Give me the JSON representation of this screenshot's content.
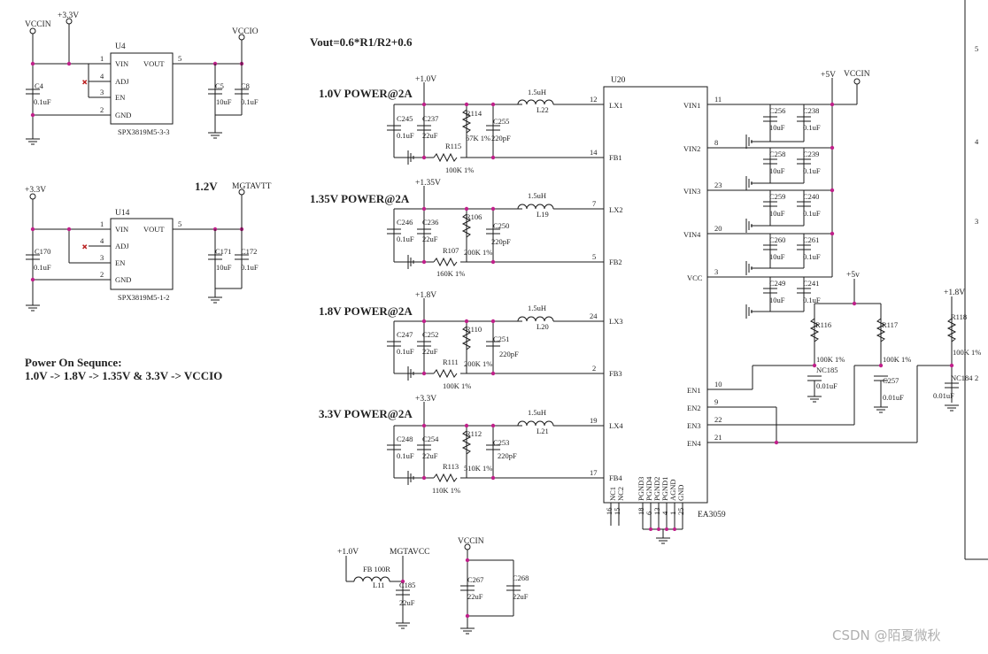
{
  "watermark": "CSDN @陌夏微秋",
  "headings": {
    "formula": "Vout=0.6*R1/R2+0.6",
    "v12": "1.2V",
    "rail1": "1.0V POWER@2A",
    "rail2": "1.35V POWER@2A",
    "rail3": "1.8V POWER@2A",
    "rail4": "3.3V POWER@2A",
    "seq_title": "Power On Sequnce:",
    "seq_body": "1.0V -> 1.8V -> 1.35V & 3.3V -> VCCIO"
  },
  "nets": {
    "vccin": "VCCIN",
    "p33": "+3.3V",
    "vccio": "VCCIO",
    "mgtavtt": "MGTAVTT",
    "p10": "+1.0V",
    "p135": "+1.35V",
    "p18": "+1.8V",
    "p5": "+5V",
    "p5b": "+5v",
    "mgtavcc": "MGTAVCC"
  },
  "ldo": {
    "u4": "U4",
    "u14": "U14",
    "part_u4": "SPX3819M5-3-3",
    "part_u14": "SPX3819M5-1-2",
    "pins": {
      "vin": "VIN",
      "vout": "VOUT",
      "adj": "ADJ",
      "en": "EN",
      "gnd": "GND"
    },
    "pnum": {
      "vin": "1",
      "adj": "4",
      "en": "3",
      "gnd": "2",
      "vout": "5"
    }
  },
  "regulator": {
    "ref": "U20",
    "part": "EA3059",
    "left_pins": [
      {
        "num": "12",
        "name": "LX1"
      },
      {
        "num": "14",
        "name": "FB1"
      },
      {
        "num": "7",
        "name": "LX2"
      },
      {
        "num": "5",
        "name": "FB2"
      },
      {
        "num": "24",
        "name": "LX3"
      },
      {
        "num": "2",
        "name": "FB3"
      },
      {
        "num": "19",
        "name": "LX4"
      },
      {
        "num": "17",
        "name": "FB4"
      }
    ],
    "right_pins": [
      {
        "num": "11",
        "name": "VIN1"
      },
      {
        "num": "8",
        "name": "VIN2"
      },
      {
        "num": "23",
        "name": "VIN3"
      },
      {
        "num": "20",
        "name": "VIN4"
      },
      {
        "num": "3",
        "name": "VCC"
      },
      {
        "num": "10",
        "name": "EN1"
      },
      {
        "num": "9",
        "name": "EN2"
      },
      {
        "num": "22",
        "name": "EN3"
      },
      {
        "num": "21",
        "name": "EN4"
      }
    ],
    "bottom_names": [
      "NC1",
      "NC2",
      "PGND3",
      "PGND4",
      "PGND2",
      "PGND1",
      "AGND",
      "GND"
    ],
    "bottom_nums": [
      "16",
      "15",
      "18",
      "6",
      "13",
      "4",
      "1",
      "25"
    ]
  },
  "parts": [
    {
      "ref": "C4",
      "val": "0.1uF"
    },
    {
      "ref": "C5",
      "val": "10uF"
    },
    {
      "ref": "C8",
      "val": "0.1uF"
    },
    {
      "ref": "C170",
      "val": "0.1uF"
    },
    {
      "ref": "C171",
      "val": "10uF"
    },
    {
      "ref": "C172",
      "val": "0.1uF"
    },
    {
      "ref": "C245",
      "val": "0.1uF"
    },
    {
      "ref": "C237",
      "val": "22uF"
    },
    {
      "ref": "R114",
      "val": "67K 1%"
    },
    {
      "ref": "C255",
      "val": "220pF"
    },
    {
      "ref": "R115",
      "val": "100K 1%"
    },
    {
      "ref": "L22",
      "val": "1.5uH"
    },
    {
      "ref": "C246",
      "val": "0.1uF"
    },
    {
      "ref": "C236",
      "val": "22uF"
    },
    {
      "ref": "R106",
      "val": "200K 1%"
    },
    {
      "ref": "C250",
      "val": "220pF"
    },
    {
      "ref": "R107",
      "val": "160K 1%"
    },
    {
      "ref": "L19",
      "val": "1.5uH"
    },
    {
      "ref": "C247",
      "val": "0.1uF"
    },
    {
      "ref": "C252",
      "val": "22uF"
    },
    {
      "ref": "R110",
      "val": "200K 1%"
    },
    {
      "ref": "C251",
      "val": "220pF"
    },
    {
      "ref": "R111",
      "val": "100K 1%"
    },
    {
      "ref": "L20",
      "val": "1.5uH"
    },
    {
      "ref": "C248",
      "val": "0.1uF"
    },
    {
      "ref": "C254",
      "val": "22uF"
    },
    {
      "ref": "R112",
      "val": "510K 1%"
    },
    {
      "ref": "C253",
      "val": "220pF"
    },
    {
      "ref": "R113",
      "val": "110K 1%"
    },
    {
      "ref": "L21",
      "val": "1.5uH"
    },
    {
      "ref": "C256",
      "val": "10uF"
    },
    {
      "ref": "C238",
      "val": "0.1uF"
    },
    {
      "ref": "C258",
      "val": "10uF"
    },
    {
      "ref": "C239",
      "val": "0.1uF"
    },
    {
      "ref": "C259",
      "val": "10uF"
    },
    {
      "ref": "C240",
      "val": "0.1uF"
    },
    {
      "ref": "C260",
      "val": "10uF"
    },
    {
      "ref": "C261",
      "val": "0.1uF"
    },
    {
      "ref": "C249",
      "val": "10uF"
    },
    {
      "ref": "C241",
      "val": "0.1uF"
    },
    {
      "ref": "R116",
      "val": "100K 1%"
    },
    {
      "ref": "NC185",
      "val": "0.01uF"
    },
    {
      "ref": "R117",
      "val": "100K 1%"
    },
    {
      "ref": "C257",
      "val": "0.01uF"
    },
    {
      "ref": "R118",
      "val": "100K 1%"
    },
    {
      "ref": "NC184",
      "val": "0.01uF"
    },
    {
      "ref": "L11",
      "val": "FB 100R"
    },
    {
      "ref": "C185",
      "val": "22uF"
    },
    {
      "ref": "C267",
      "val": "22uF"
    },
    {
      "ref": "C268",
      "val": "22uF"
    }
  ],
  "border_marks": [
    "5",
    "4",
    "3",
    "2"
  ]
}
